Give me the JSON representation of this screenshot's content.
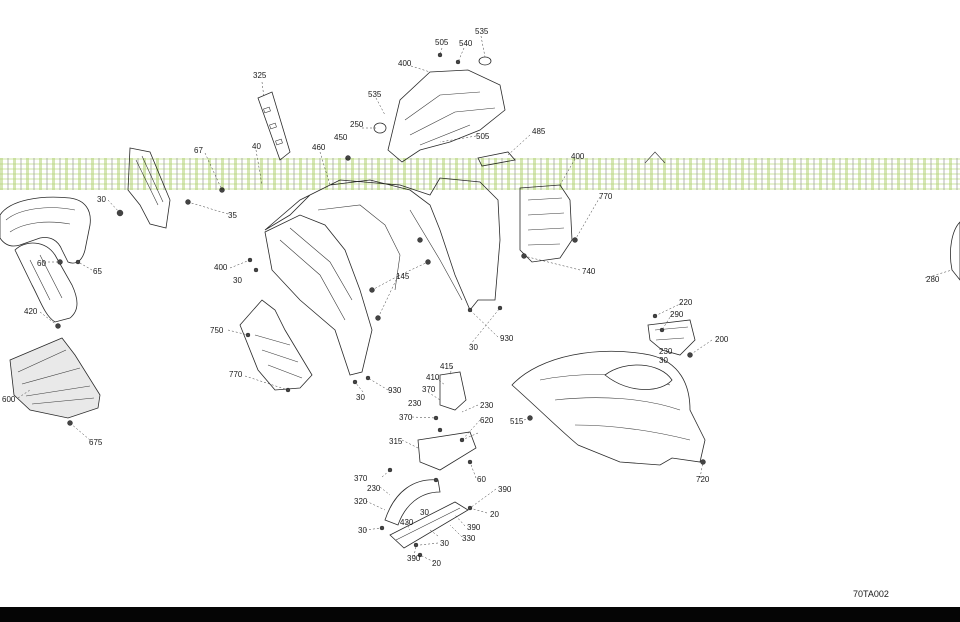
{
  "drawing_code": "70TA002",
  "colors": {
    "line": "#2a2a2a",
    "band": "#c8e19a",
    "bottom_bar": "#050505"
  },
  "callouts": [
    {
      "id": "c535a",
      "text": "535"
    },
    {
      "id": "c505a",
      "text": "505"
    },
    {
      "id": "c540",
      "text": "540"
    },
    {
      "id": "c400a",
      "text": "400"
    },
    {
      "id": "c325",
      "text": "325"
    },
    {
      "id": "c535b",
      "text": "535"
    },
    {
      "id": "c250",
      "text": "250"
    },
    {
      "id": "c450",
      "text": "450"
    },
    {
      "id": "c505b",
      "text": "505"
    },
    {
      "id": "c485",
      "text": "485"
    },
    {
      "id": "c67",
      "text": "67"
    },
    {
      "id": "c40",
      "text": "40"
    },
    {
      "id": "c460",
      "text": "460"
    },
    {
      "id": "c400b",
      "text": "400"
    },
    {
      "id": "c770a",
      "text": "770"
    },
    {
      "id": "c30a",
      "text": "30"
    },
    {
      "id": "c35",
      "text": "35"
    },
    {
      "id": "c60a",
      "text": "60"
    },
    {
      "id": "c65",
      "text": "65"
    },
    {
      "id": "c400c",
      "text": "400"
    },
    {
      "id": "c30b",
      "text": "30"
    },
    {
      "id": "c145",
      "text": "145"
    },
    {
      "id": "c740",
      "text": "740"
    },
    {
      "id": "c280",
      "text": "280"
    },
    {
      "id": "c420",
      "text": "420"
    },
    {
      "id": "c750",
      "text": "750"
    },
    {
      "id": "c930a",
      "text": "930"
    },
    {
      "id": "c30c",
      "text": "30"
    },
    {
      "id": "c220",
      "text": "220"
    },
    {
      "id": "c290",
      "text": "290"
    },
    {
      "id": "c200",
      "text": "200"
    },
    {
      "id": "c230a",
      "text": "230"
    },
    {
      "id": "c30d",
      "text": "30"
    },
    {
      "id": "c600",
      "text": "600"
    },
    {
      "id": "c770b",
      "text": "770"
    },
    {
      "id": "c30e",
      "text": "30"
    },
    {
      "id": "c930b",
      "text": "930"
    },
    {
      "id": "c415",
      "text": "415"
    },
    {
      "id": "c410",
      "text": "410"
    },
    {
      "id": "c370a",
      "text": "370"
    },
    {
      "id": "c230b",
      "text": "230"
    },
    {
      "id": "c515",
      "text": "515"
    },
    {
      "id": "c675",
      "text": "675"
    },
    {
      "id": "c370b",
      "text": "370"
    },
    {
      "id": "c620",
      "text": "620"
    },
    {
      "id": "c230c",
      "text": "230"
    },
    {
      "id": "c315",
      "text": "315"
    },
    {
      "id": "c60b",
      "text": "60"
    },
    {
      "id": "c720",
      "text": "720"
    },
    {
      "id": "c370c",
      "text": "370"
    },
    {
      "id": "c230d",
      "text": "230"
    },
    {
      "id": "c390a",
      "text": "390"
    },
    {
      "id": "c320",
      "text": "320"
    },
    {
      "id": "c30f",
      "text": "30"
    },
    {
      "id": "c20a",
      "text": "20"
    },
    {
      "id": "c430",
      "text": "430"
    },
    {
      "id": "c390b",
      "text": "390"
    },
    {
      "id": "c30g",
      "text": "30"
    },
    {
      "id": "c330",
      "text": "330"
    },
    {
      "id": "c30h",
      "text": "30"
    },
    {
      "id": "c390c",
      "text": "390"
    },
    {
      "id": "c20b",
      "text": "20"
    }
  ]
}
